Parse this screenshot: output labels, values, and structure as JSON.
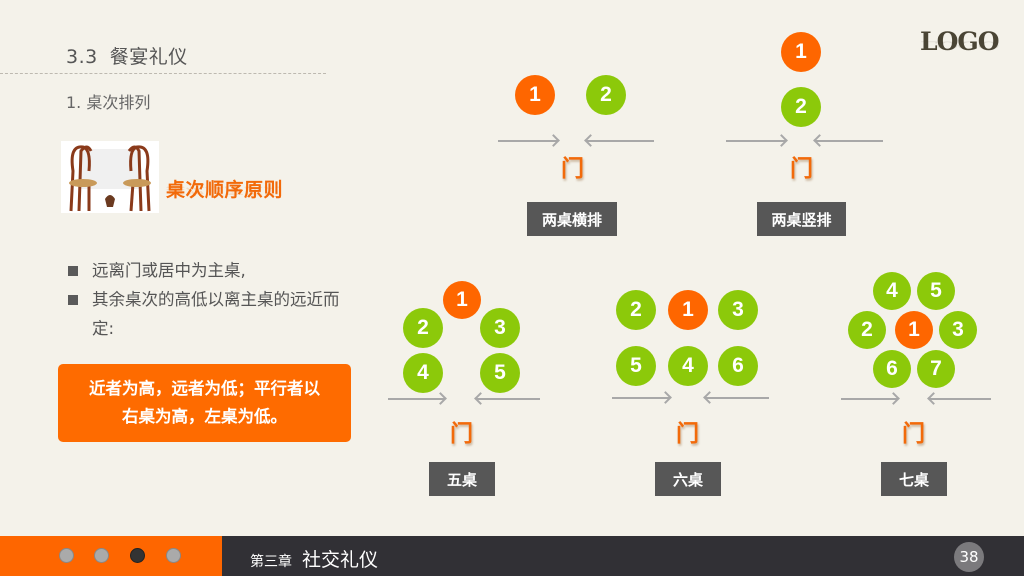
{
  "header": {
    "section_number": "3.3",
    "section_title": "餐宴礼仪",
    "subtitle": "1. 桌次排列",
    "logo": "LOGO"
  },
  "left_panel": {
    "principle_title": "桌次顺序原则",
    "bullets": [
      "远离门或居中为主桌,",
      "其余桌次的高低以离主桌的远近而定:"
    ],
    "rule_box": {
      "line1": "近者为高，远者为低；平行者以",
      "line2": "右桌为高，左桌为低。"
    }
  },
  "colors": {
    "main_table": "#fe6600",
    "other_table": "#8cc90a",
    "label_bg": "#575757",
    "footer_bg": "#313035",
    "accent": "#fe6600"
  },
  "diagrams": {
    "door_label": "门",
    "two_horizontal": {
      "label": "两桌横排",
      "tables": [
        "1",
        "2"
      ]
    },
    "two_vertical": {
      "label": "两桌竖排",
      "tables": [
        "1",
        "2"
      ]
    },
    "five": {
      "label": "五桌",
      "tables": [
        "1",
        "2",
        "3",
        "4",
        "5"
      ]
    },
    "six": {
      "label": "六桌",
      "tables": [
        "2",
        "1",
        "3",
        "5",
        "4",
        "6"
      ]
    },
    "seven": {
      "label": "七桌",
      "tables": [
        "4",
        "5",
        "2",
        "1",
        "3",
        "6",
        "7"
      ]
    }
  },
  "footer": {
    "chapter_number": "第三章",
    "chapter_name": "社交礼仪",
    "page_number": "38",
    "nav_dots": 4,
    "active_dot": 3
  }
}
